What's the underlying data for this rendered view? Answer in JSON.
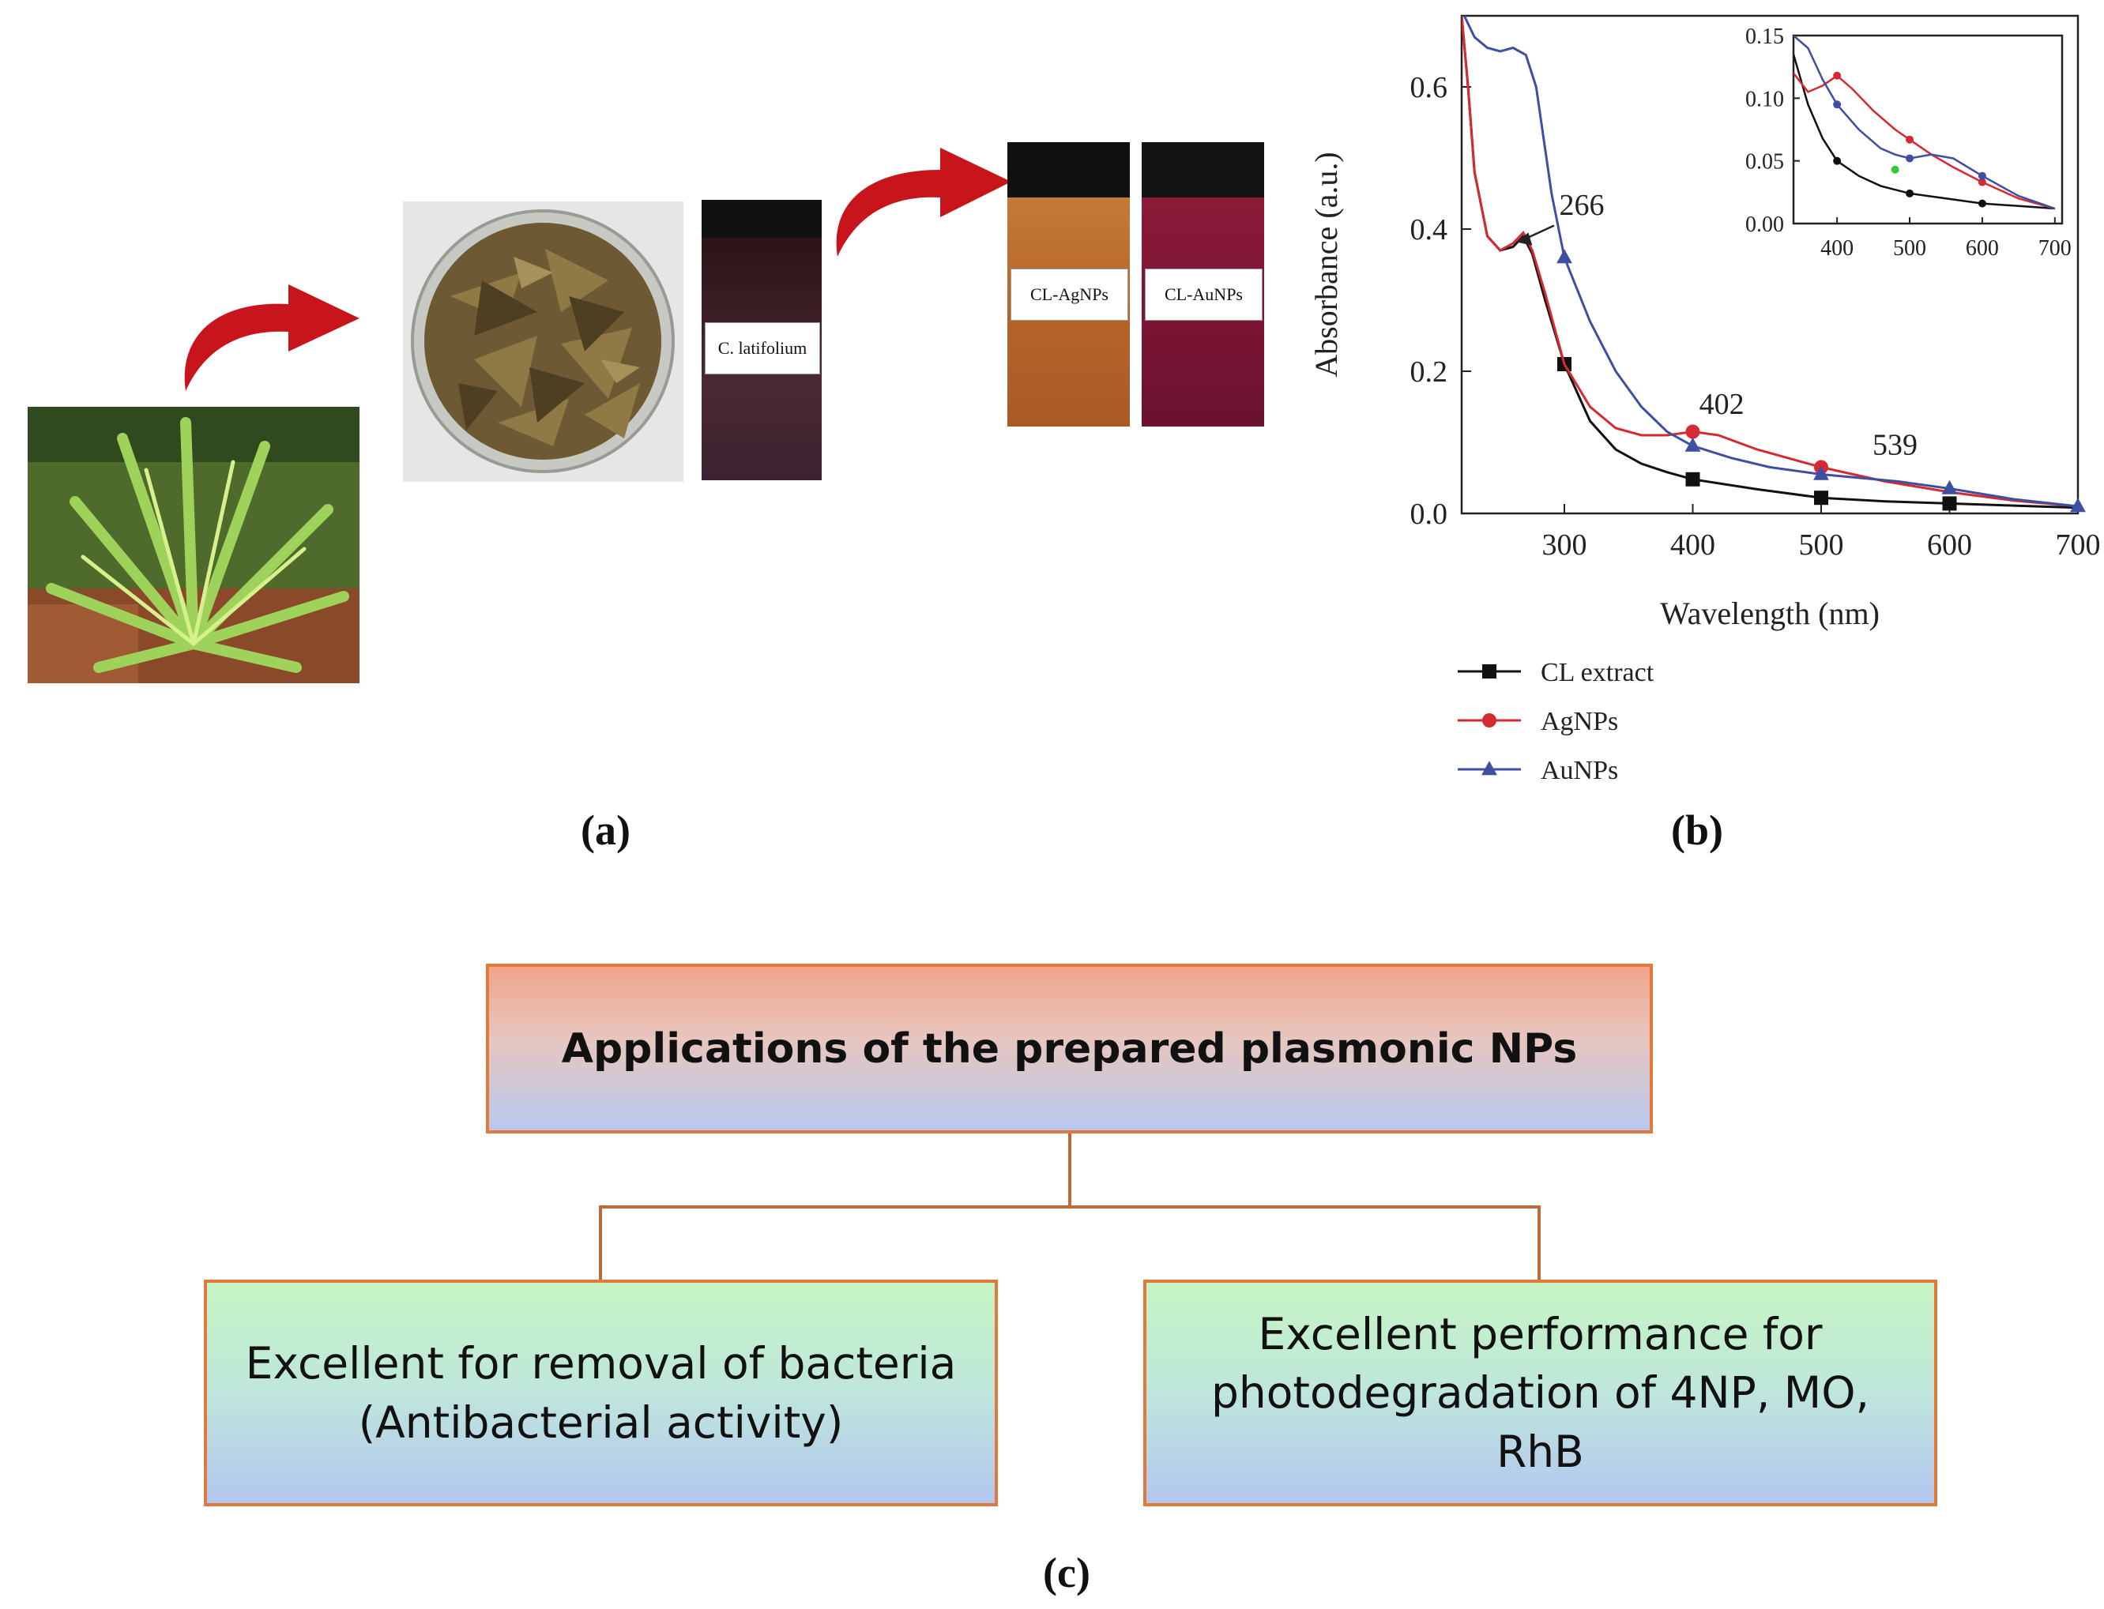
{
  "panel_a": {
    "label": "(a)",
    "vials": [
      {
        "label": "C. latifolium",
        "color": "#3b1d22"
      },
      {
        "label": "CL-AgNPs",
        "color": "#b8682a"
      },
      {
        "label": "CL-AuNPs",
        "color": "#7e1636"
      }
    ],
    "arrow_color": "#c8151b"
  },
  "panel_b": {
    "label": "(b)"
  },
  "panel_c": {
    "label": "(c)",
    "title": "Applications of the prepared plasmonic NPs",
    "items": [
      "Excellent for removal of bacteria\n(Antibacterial activity)",
      "Excellent performance for\nphotodegradation of 4NP, MO,\nRhB"
    ]
  },
  "chart_data": [
    {
      "type": "line",
      "xlabel": "Wavelength (nm)",
      "ylabel": "Absorbance (a.u.)",
      "xlim": [
        220,
        700
      ],
      "ylim": [
        0,
        0.7
      ],
      "xticks": [
        300,
        400,
        500,
        600,
        700
      ],
      "yticks": [
        0.0,
        0.2,
        0.4,
        0.6
      ],
      "legend_position": "bottom",
      "annotations": [
        {
          "text": "266",
          "x": 296,
          "y": 0.42
        },
        {
          "text": "402",
          "x": 405,
          "y": 0.14
        },
        {
          "text": "539",
          "x": 540,
          "y": 0.083
        }
      ],
      "series": [
        {
          "name": "CL extract",
          "color": "#111111",
          "marker": "square",
          "x": [
            220,
            225,
            230,
            240,
            250,
            260,
            268,
            275,
            285,
            300,
            320,
            340,
            360,
            380,
            400,
            450,
            500,
            550,
            600,
            650,
            700
          ],
          "y": [
            0.7,
            0.6,
            0.48,
            0.39,
            0.37,
            0.375,
            0.39,
            0.365,
            0.3,
            0.21,
            0.13,
            0.09,
            0.07,
            0.058,
            0.048,
            0.034,
            0.022,
            0.017,
            0.014,
            0.011,
            0.008
          ],
          "markers_x": [
            300,
            400,
            500,
            600
          ]
        },
        {
          "name": "AgNPs",
          "color": "#d62a32",
          "marker": "circle",
          "x": [
            220,
            225,
            230,
            240,
            250,
            260,
            268,
            275,
            285,
            300,
            320,
            340,
            360,
            380,
            400,
            420,
            450,
            500,
            550,
            600,
            650,
            700
          ],
          "y": [
            0.7,
            0.6,
            0.48,
            0.39,
            0.37,
            0.38,
            0.395,
            0.37,
            0.31,
            0.21,
            0.15,
            0.12,
            0.11,
            0.11,
            0.115,
            0.11,
            0.09,
            0.065,
            0.045,
            0.03,
            0.018,
            0.01
          ],
          "markers_x": [
            400,
            500
          ]
        },
        {
          "name": "AuNPs",
          "color": "#3e4fa3",
          "marker": "triangle",
          "x": [
            222,
            230,
            240,
            250,
            260,
            270,
            278,
            290,
            300,
            320,
            340,
            360,
            380,
            400,
            430,
            460,
            500,
            530,
            560,
            600,
            650,
            700
          ],
          "y": [
            0.7,
            0.67,
            0.655,
            0.65,
            0.655,
            0.645,
            0.6,
            0.45,
            0.36,
            0.27,
            0.2,
            0.15,
            0.115,
            0.095,
            0.078,
            0.065,
            0.055,
            0.05,
            0.045,
            0.035,
            0.02,
            0.01
          ],
          "markers_x": [
            300,
            400,
            500,
            600,
            700
          ]
        }
      ]
    },
    {
      "type": "line",
      "role": "inset",
      "xlim": [
        340,
        710
      ],
      "ylim": [
        0,
        0.15
      ],
      "xticks": [
        400,
        500,
        600,
        700
      ],
      "yticks": [
        0.0,
        0.05,
        0.1,
        0.15
      ],
      "series": [
        {
          "name": "CL extract",
          "color": "#111111",
          "x": [
            340,
            360,
            380,
            400,
            430,
            460,
            500,
            550,
            600,
            650,
            700
          ],
          "y": [
            0.135,
            0.095,
            0.068,
            0.05,
            0.038,
            0.03,
            0.024,
            0.02,
            0.016,
            0.014,
            0.012
          ],
          "markers_x": [
            400,
            500,
            600
          ]
        },
        {
          "name": "AgNPs",
          "color": "#d62a32",
          "x": [
            340,
            360,
            380,
            400,
            420,
            450,
            480,
            500,
            530,
            560,
            600,
            650,
            700
          ],
          "y": [
            0.12,
            0.105,
            0.11,
            0.118,
            0.108,
            0.09,
            0.075,
            0.067,
            0.055,
            0.045,
            0.033,
            0.02,
            0.012
          ],
          "markers_x": [
            400,
            500,
            600
          ]
        },
        {
          "name": "AuNPs",
          "color": "#3e4fa3",
          "x": [
            340,
            360,
            380,
            400,
            430,
            460,
            480,
            500,
            530,
            560,
            600,
            650,
            700
          ],
          "y": [
            0.15,
            0.14,
            0.115,
            0.095,
            0.075,
            0.06,
            0.055,
            0.052,
            0.055,
            0.052,
            0.038,
            0.022,
            0.012
          ],
          "markers_x": [
            400,
            500,
            600
          ]
        },
        {
          "name": "",
          "color": "#33cc33",
          "x": [],
          "y": [],
          "markers_x": [
            480
          ],
          "markers_y": [
            0.043
          ]
        }
      ]
    }
  ]
}
